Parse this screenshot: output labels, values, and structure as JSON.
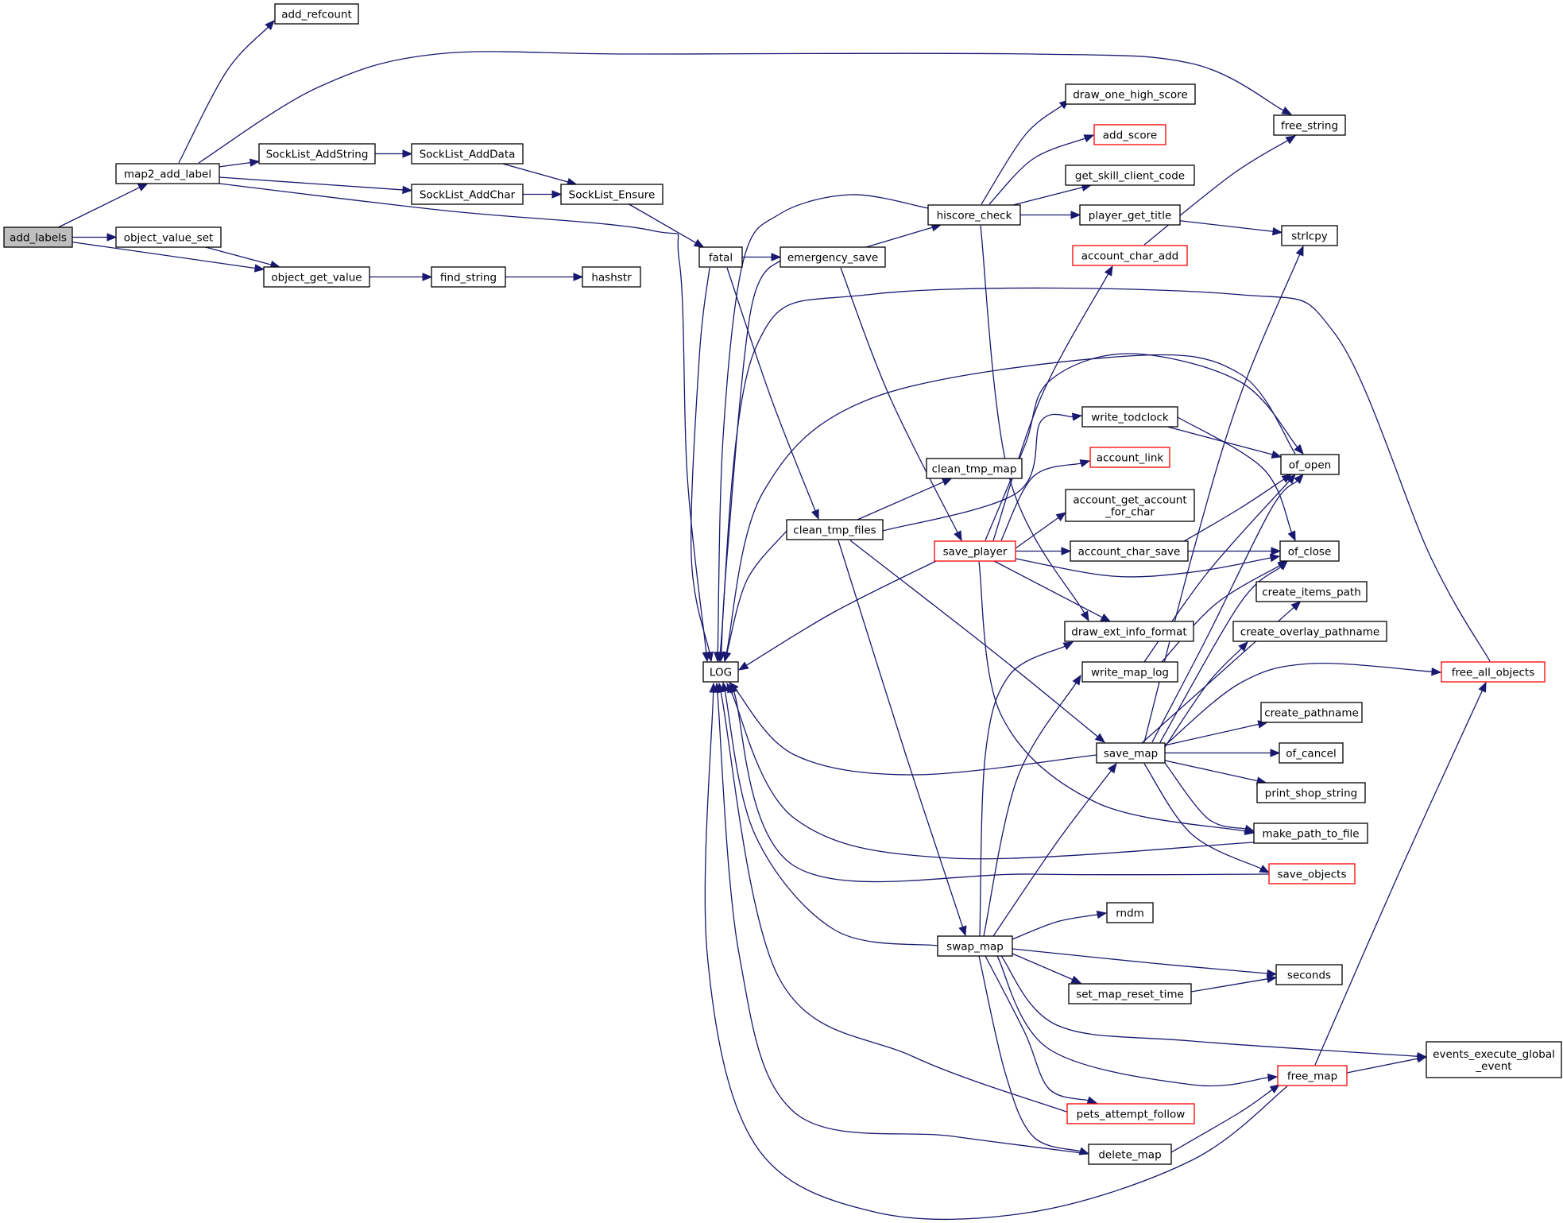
{
  "graph": {
    "colors": {
      "edge": "#191970",
      "node_border": "#000000",
      "truncated_node_border": "#ff0000",
      "root_fill": "#bfbfbf",
      "node_fill": "#ffffff"
    },
    "nodes": [
      {
        "id": "add_labels",
        "lines": [
          "add_labels"
        ],
        "root": true
      },
      {
        "id": "map2_add_label",
        "lines": [
          "map2_add_label"
        ]
      },
      {
        "id": "object_value_set",
        "lines": [
          "object_value_set"
        ]
      },
      {
        "id": "object_get_value",
        "lines": [
          "object_get_value"
        ]
      },
      {
        "id": "add_refcount",
        "lines": [
          "add_refcount"
        ]
      },
      {
        "id": "SockList_AddString",
        "lines": [
          "SockList_AddString"
        ]
      },
      {
        "id": "SockList_AddChar",
        "lines": [
          "SockList_AddChar"
        ]
      },
      {
        "id": "SockList_AddData",
        "lines": [
          "SockList_AddData"
        ]
      },
      {
        "id": "SockList_Ensure",
        "lines": [
          "SockList_Ensure"
        ]
      },
      {
        "id": "find_string",
        "lines": [
          "find_string"
        ]
      },
      {
        "id": "hashstr",
        "lines": [
          "hashstr"
        ]
      },
      {
        "id": "fatal",
        "lines": [
          "fatal"
        ]
      },
      {
        "id": "LOG",
        "lines": [
          "LOG"
        ]
      },
      {
        "id": "emergency_save",
        "lines": [
          "emergency_save"
        ]
      },
      {
        "id": "clean_tmp_files",
        "lines": [
          "clean_tmp_files"
        ]
      },
      {
        "id": "clean_tmp_map",
        "lines": [
          "clean_tmp_map"
        ]
      },
      {
        "id": "swap_map",
        "lines": [
          "swap_map"
        ]
      },
      {
        "id": "hiscore_check",
        "lines": [
          "hiscore_check"
        ]
      },
      {
        "id": "save_player",
        "lines": [
          "save_player"
        ],
        "truncated": true
      },
      {
        "id": "draw_one_high_score",
        "lines": [
          "draw_one_high_score"
        ]
      },
      {
        "id": "add_score",
        "lines": [
          "add_score"
        ],
        "truncated": true
      },
      {
        "id": "get_skill_client_code",
        "lines": [
          "get_skill_client_code"
        ]
      },
      {
        "id": "player_get_title",
        "lines": [
          "player_get_title"
        ]
      },
      {
        "id": "account_char_add",
        "lines": [
          "account_char_add"
        ],
        "truncated": true
      },
      {
        "id": "write_todclock",
        "lines": [
          "write_todclock"
        ]
      },
      {
        "id": "account_link",
        "lines": [
          "account_link"
        ],
        "truncated": true
      },
      {
        "id": "account_get_account_for_char",
        "lines": [
          "account_get_account",
          "_for_char"
        ]
      },
      {
        "id": "account_char_save",
        "lines": [
          "account_char_save"
        ]
      },
      {
        "id": "draw_ext_info_format",
        "lines": [
          "draw_ext_info_format"
        ]
      },
      {
        "id": "write_map_log",
        "lines": [
          "write_map_log"
        ]
      },
      {
        "id": "save_map",
        "lines": [
          "save_map"
        ]
      },
      {
        "id": "rndm",
        "lines": [
          "rndm"
        ]
      },
      {
        "id": "set_map_reset_time",
        "lines": [
          "set_map_reset_time"
        ]
      },
      {
        "id": "pets_attempt_follow",
        "lines": [
          "pets_attempt_follow"
        ],
        "truncated": true
      },
      {
        "id": "delete_map",
        "lines": [
          "delete_map"
        ]
      },
      {
        "id": "free_string",
        "lines": [
          "free_string"
        ]
      },
      {
        "id": "strlcpy",
        "lines": [
          "strlcpy"
        ]
      },
      {
        "id": "of_open",
        "lines": [
          "of_open"
        ]
      },
      {
        "id": "of_close",
        "lines": [
          "of_close"
        ]
      },
      {
        "id": "create_items_path",
        "lines": [
          "create_items_path"
        ]
      },
      {
        "id": "create_overlay_pathname",
        "lines": [
          "create_overlay_pathname"
        ]
      },
      {
        "id": "free_all_objects",
        "lines": [
          "free_all_objects"
        ],
        "truncated": true
      },
      {
        "id": "create_pathname",
        "lines": [
          "create_pathname"
        ]
      },
      {
        "id": "of_cancel",
        "lines": [
          "of_cancel"
        ]
      },
      {
        "id": "print_shop_string",
        "lines": [
          "print_shop_string"
        ]
      },
      {
        "id": "make_path_to_file",
        "lines": [
          "make_path_to_file"
        ]
      },
      {
        "id": "save_objects",
        "lines": [
          "save_objects"
        ],
        "truncated": true
      },
      {
        "id": "seconds",
        "lines": [
          "seconds"
        ]
      },
      {
        "id": "free_map",
        "lines": [
          "free_map"
        ],
        "truncated": true
      },
      {
        "id": "events_execute_global_event",
        "lines": [
          "events_execute_global",
          "_event"
        ]
      }
    ],
    "edges": [
      [
        "add_labels",
        "map2_add_label"
      ],
      [
        "add_labels",
        "object_value_set"
      ],
      [
        "add_labels",
        "object_get_value"
      ],
      [
        "map2_add_label",
        "add_refcount"
      ],
      [
        "map2_add_label",
        "free_string"
      ],
      [
        "map2_add_label",
        "SockList_AddString"
      ],
      [
        "map2_add_label",
        "SockList_AddChar"
      ],
      [
        "map2_add_label",
        "LOG"
      ],
      [
        "object_value_set",
        "object_get_value"
      ],
      [
        "object_get_value",
        "find_string"
      ],
      [
        "find_string",
        "hashstr"
      ],
      [
        "SockList_AddString",
        "SockList_AddData"
      ],
      [
        "SockList_AddData",
        "SockList_Ensure"
      ],
      [
        "SockList_AddChar",
        "SockList_Ensure"
      ],
      [
        "SockList_Ensure",
        "fatal"
      ],
      [
        "fatal",
        "emergency_save"
      ],
      [
        "fatal",
        "clean_tmp_files"
      ],
      [
        "fatal",
        "LOG"
      ],
      [
        "emergency_save",
        "hiscore_check"
      ],
      [
        "emergency_save",
        "save_player"
      ],
      [
        "emergency_save",
        "LOG"
      ],
      [
        "hiscore_check",
        "draw_one_high_score"
      ],
      [
        "hiscore_check",
        "add_score"
      ],
      [
        "hiscore_check",
        "get_skill_client_code"
      ],
      [
        "hiscore_check",
        "player_get_title"
      ],
      [
        "hiscore_check",
        "draw_ext_info_format"
      ],
      [
        "hiscore_check",
        "LOG"
      ],
      [
        "player_get_title",
        "strlcpy"
      ],
      [
        "account_char_add",
        "free_string"
      ],
      [
        "clean_tmp_files",
        "clean_tmp_map"
      ],
      [
        "clean_tmp_files",
        "write_todclock"
      ],
      [
        "clean_tmp_files",
        "save_map"
      ],
      [
        "clean_tmp_files",
        "swap_map"
      ],
      [
        "clean_tmp_files",
        "LOG"
      ],
      [
        "save_player",
        "account_char_add"
      ],
      [
        "save_player",
        "of_open"
      ],
      [
        "save_player",
        "account_link"
      ],
      [
        "save_player",
        "account_get_account_for_char"
      ],
      [
        "save_player",
        "account_char_save"
      ],
      [
        "save_player",
        "of_close"
      ],
      [
        "save_player",
        "draw_ext_info_format"
      ],
      [
        "save_player",
        "make_path_to_file"
      ],
      [
        "save_player",
        "LOG"
      ],
      [
        "write_todclock",
        "of_open"
      ],
      [
        "write_todclock",
        "of_close"
      ],
      [
        "account_char_save",
        "of_open"
      ],
      [
        "account_char_save",
        "of_close"
      ],
      [
        "write_map_log",
        "of_open"
      ],
      [
        "write_map_log",
        "of_close"
      ],
      [
        "save_map",
        "strlcpy"
      ],
      [
        "save_map",
        "of_open"
      ],
      [
        "save_map",
        "of_close"
      ],
      [
        "save_map",
        "create_items_path"
      ],
      [
        "save_map",
        "create_overlay_pathname"
      ],
      [
        "save_map",
        "free_all_objects"
      ],
      [
        "save_map",
        "create_pathname"
      ],
      [
        "save_map",
        "of_cancel"
      ],
      [
        "save_map",
        "print_shop_string"
      ],
      [
        "save_map",
        "make_path_to_file"
      ],
      [
        "save_map",
        "save_objects"
      ],
      [
        "save_map",
        "LOG"
      ],
      [
        "of_open",
        "LOG"
      ],
      [
        "free_all_objects",
        "LOG"
      ],
      [
        "make_path_to_file",
        "LOG"
      ],
      [
        "save_objects",
        "LOG"
      ],
      [
        "swap_map",
        "draw_ext_info_format"
      ],
      [
        "swap_map",
        "write_map_log"
      ],
      [
        "swap_map",
        "save_map"
      ],
      [
        "swap_map",
        "rndm"
      ],
      [
        "swap_map",
        "seconds"
      ],
      [
        "swap_map",
        "set_map_reset_time"
      ],
      [
        "swap_map",
        "events_execute_global_event"
      ],
      [
        "swap_map",
        "free_map"
      ],
      [
        "swap_map",
        "pets_attempt_follow"
      ],
      [
        "swap_map",
        "delete_map"
      ],
      [
        "swap_map",
        "LOG"
      ],
      [
        "set_map_reset_time",
        "seconds"
      ],
      [
        "pets_attempt_follow",
        "LOG"
      ],
      [
        "delete_map",
        "free_map"
      ],
      [
        "delete_map",
        "LOG"
      ],
      [
        "free_map",
        "free_all_objects"
      ],
      [
        "free_map",
        "events_execute_global_event"
      ],
      [
        "free_map",
        "LOG"
      ]
    ]
  }
}
